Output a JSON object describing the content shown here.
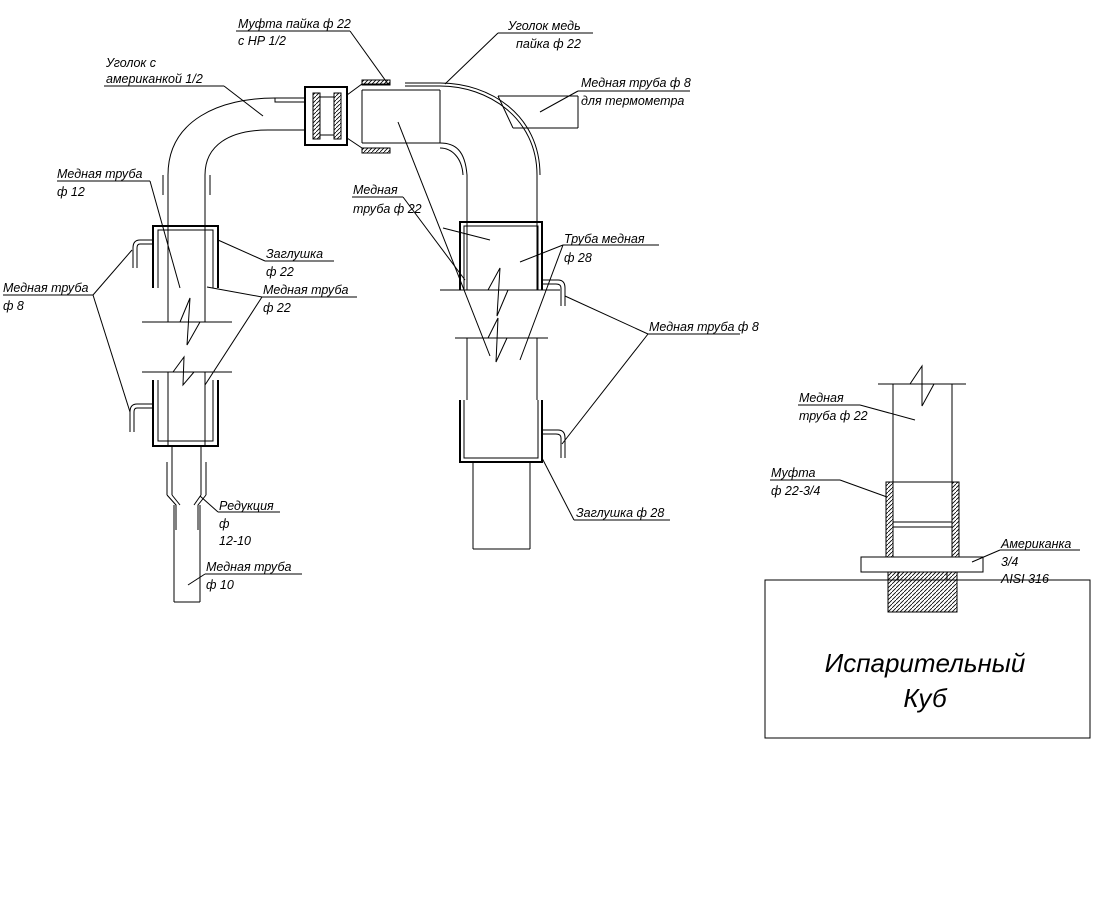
{
  "labels": {
    "mufta_paika": "Муфта пайка ф 22",
    "mufta_paika_2": "с НР 1/2",
    "ugolok_med": "Уголок медь",
    "ugolok_med_2": "пайка ф 22",
    "ugolok_amer": "Уголок с",
    "ugolok_amer_2": "американкой 1/2",
    "tube8_thermo": "Медная труба ф 8",
    "tube8_thermo_2": "для термометра",
    "tube12": "Медная труба",
    "tube12_2": "ф 12",
    "tube22_mid": "Медная",
    "tube22_mid_2": "труба ф 22",
    "tube8_left": "Медная труба",
    "tube8_left_2": "ф 8",
    "plug22": "Заглушка",
    "plug22_2": "ф 22",
    "tube22_left": "Медная труба",
    "tube22_left_2": "ф 22",
    "tube28": "Труба медная",
    "tube28_2": "ф 28",
    "tube8_right": "Медная труба ф 8",
    "reducer": "Редукция",
    "reducer_2": "ф",
    "reducer_3": "12-10",
    "tube10": "Медная труба",
    "tube10_2": "ф 10",
    "plug28": "Заглушка ф 28",
    "tube22_right": "Медная",
    "tube22_right_2": "труба ф 22",
    "coupling": "Муфта",
    "coupling_2": "ф 22-3/4",
    "union": "Американка",
    "union_2": "3/4",
    "union_3": "AISI 316",
    "cube": "Испарительный",
    "cube_2": "Куб"
  }
}
